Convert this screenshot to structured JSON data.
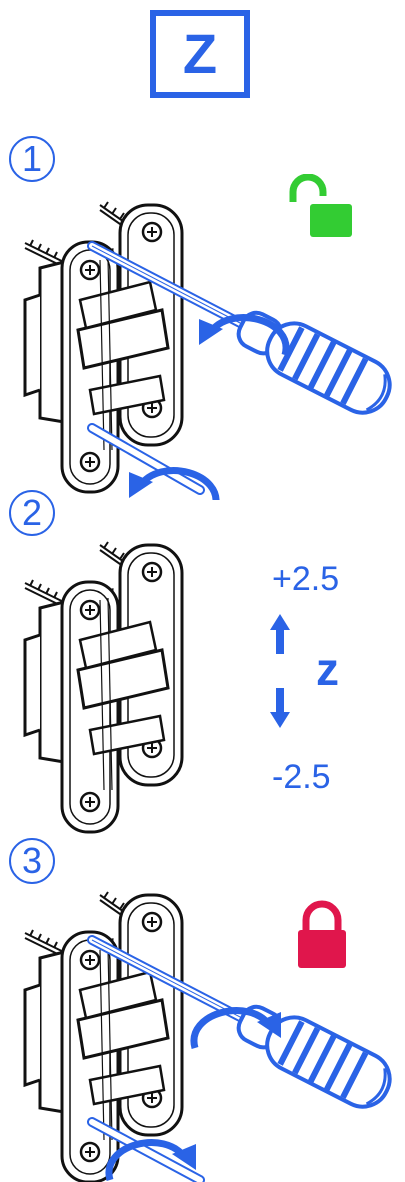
{
  "header": {
    "axis_letter": "Z"
  },
  "steps": [
    {
      "number": "1"
    },
    {
      "number": "2"
    },
    {
      "number": "3"
    }
  ],
  "adjustment": {
    "plus": "+2.5",
    "minus": "-2.5",
    "axis": "z"
  },
  "colors": {
    "accent": "#2a63e6",
    "unlock": "#33cc33",
    "lock": "#e0164c",
    "line": "#111111"
  },
  "icons": [
    "unlock-icon",
    "lock-icon",
    "screwdriver-icon",
    "rotate-arrow-icon",
    "up-arrow-icon",
    "down-arrow-icon",
    "hinge-illustration"
  ]
}
